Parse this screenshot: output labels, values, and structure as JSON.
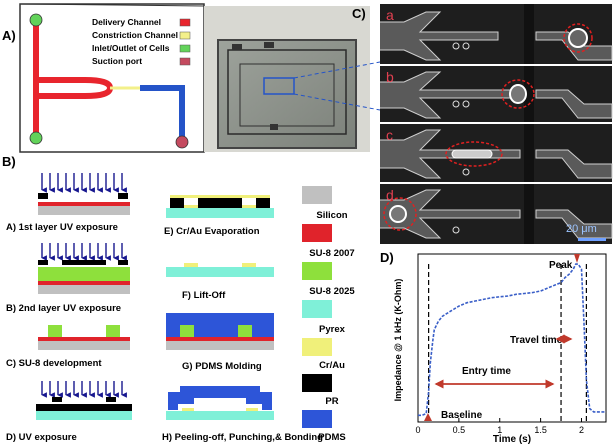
{
  "panels": {
    "a": "A)",
    "b": "B)",
    "c": "C)",
    "d": "D)"
  },
  "legend_a": [
    {
      "label": "Delivery Channel",
      "color": "#e8252d"
    },
    {
      "label": "Constriction Channel",
      "color": "#f3f08a"
    },
    {
      "label": "Inlet/Outlet of Cells",
      "color": "#62d35a"
    },
    {
      "label": "Suction port",
      "color": "#c44a5f"
    }
  ],
  "colors": {
    "delivery": "#e8252d",
    "constriction": "#f3f08a",
    "inlet": "#62d35a",
    "suction": "#c44a5f",
    "blue_channel": "#2454c8",
    "silicon": "#c0c0c0",
    "su8_2007": "#e0232b",
    "su8_2025": "#8ee03c",
    "pyrex": "#7ff0d8",
    "crau": "#f0f07a",
    "pr": "#000000",
    "pdms": "#2d55d8",
    "uv": "#17178f",
    "plot_line": "#3a5fc8",
    "arrow": "#c0392b"
  },
  "process_steps": [
    "A) 1st layer UV exposure",
    "B) 2nd layer UV exposure",
    "C) SU-8 development",
    "D) UV exposure",
    "E) Cr/Au Evaporation",
    "F) Lift-Off",
    "G) PDMS Molding",
    "H) Peeling-off, Punching,& Bonding"
  ],
  "materials_legend": [
    {
      "label": "Silicon",
      "color": "#c0c0c0"
    },
    {
      "label": "SU-8 2007",
      "color": "#e0232b"
    },
    {
      "label": "SU-8 2025",
      "color": "#8ee03c"
    },
    {
      "label": "Pyrex",
      "color": "#7ff0d8"
    },
    {
      "label": "Cr/Au",
      "color": "#f0f07a"
    },
    {
      "label": "PR",
      "color": "#000000"
    },
    {
      "label": "PDMS",
      "color": "#2d55d8"
    }
  ],
  "frames": [
    "a",
    "b",
    "c",
    "d"
  ],
  "scale_bar": "20 μm",
  "chart_data": {
    "type": "line",
    "ylabel": "Impedance @ 1 kHz (K-Ohm)",
    "xlabel": "Time (s)",
    "xlim": [
      0,
      2.3
    ],
    "xticks": [
      0,
      0.5,
      1,
      1.5,
      2
    ],
    "xtick_labels": [
      "0",
      "0.5",
      "1",
      "1.5",
      "2"
    ],
    "ylim": [
      0,
      1
    ],
    "x": [
      0.0,
      0.05,
      0.1,
      0.13,
      0.15,
      0.18,
      0.2,
      0.25,
      0.3,
      0.4,
      0.5,
      0.6,
      0.7,
      0.8,
      0.9,
      1.0,
      1.1,
      1.2,
      1.3,
      1.4,
      1.5,
      1.6,
      1.7,
      1.75,
      1.8,
      1.85,
      1.9,
      1.93,
      1.96,
      2.0,
      2.03,
      2.06,
      2.1,
      2.15,
      2.2,
      2.3
    ],
    "y": [
      0.04,
      0.04,
      0.05,
      0.18,
      0.35,
      0.48,
      0.55,
      0.6,
      0.63,
      0.66,
      0.69,
      0.71,
      0.72,
      0.73,
      0.74,
      0.745,
      0.75,
      0.76,
      0.765,
      0.77,
      0.78,
      0.8,
      0.82,
      0.83,
      0.86,
      0.88,
      0.91,
      0.94,
      0.94,
      0.91,
      0.6,
      0.25,
      0.08,
      0.06,
      0.06,
      0.06
    ],
    "vlines": [
      0.13,
      1.75,
      2.06
    ],
    "annotations": {
      "peak": "Peak",
      "travel_time": "Travel time",
      "entry_time": "Entry time",
      "baseline": "Baseline"
    }
  }
}
